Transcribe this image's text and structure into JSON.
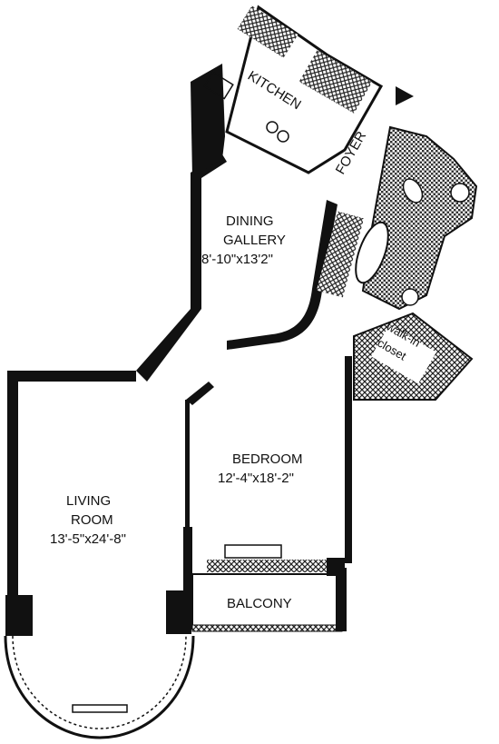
{
  "rooms": {
    "kitchen": {
      "name": "KITCHEN"
    },
    "foyer": {
      "name": "FOYER"
    },
    "dining": {
      "line1": "DINING",
      "line2": "GALLERY",
      "dims": "8'-10\"x13'2\""
    },
    "bedroom": {
      "name": "BEDROOM",
      "dims": "12'-4\"x18'-2\""
    },
    "living": {
      "line1": "LIVING",
      "line2": "ROOM",
      "dims": "13'-5\"x24'-8\""
    },
    "balcony": {
      "name": "BALCONY"
    },
    "closet": {
      "line1": "walk-in",
      "line2": "closet"
    }
  },
  "colors": {
    "wall": "#111111",
    "background": "#ffffff",
    "fixture": "#555555"
  }
}
